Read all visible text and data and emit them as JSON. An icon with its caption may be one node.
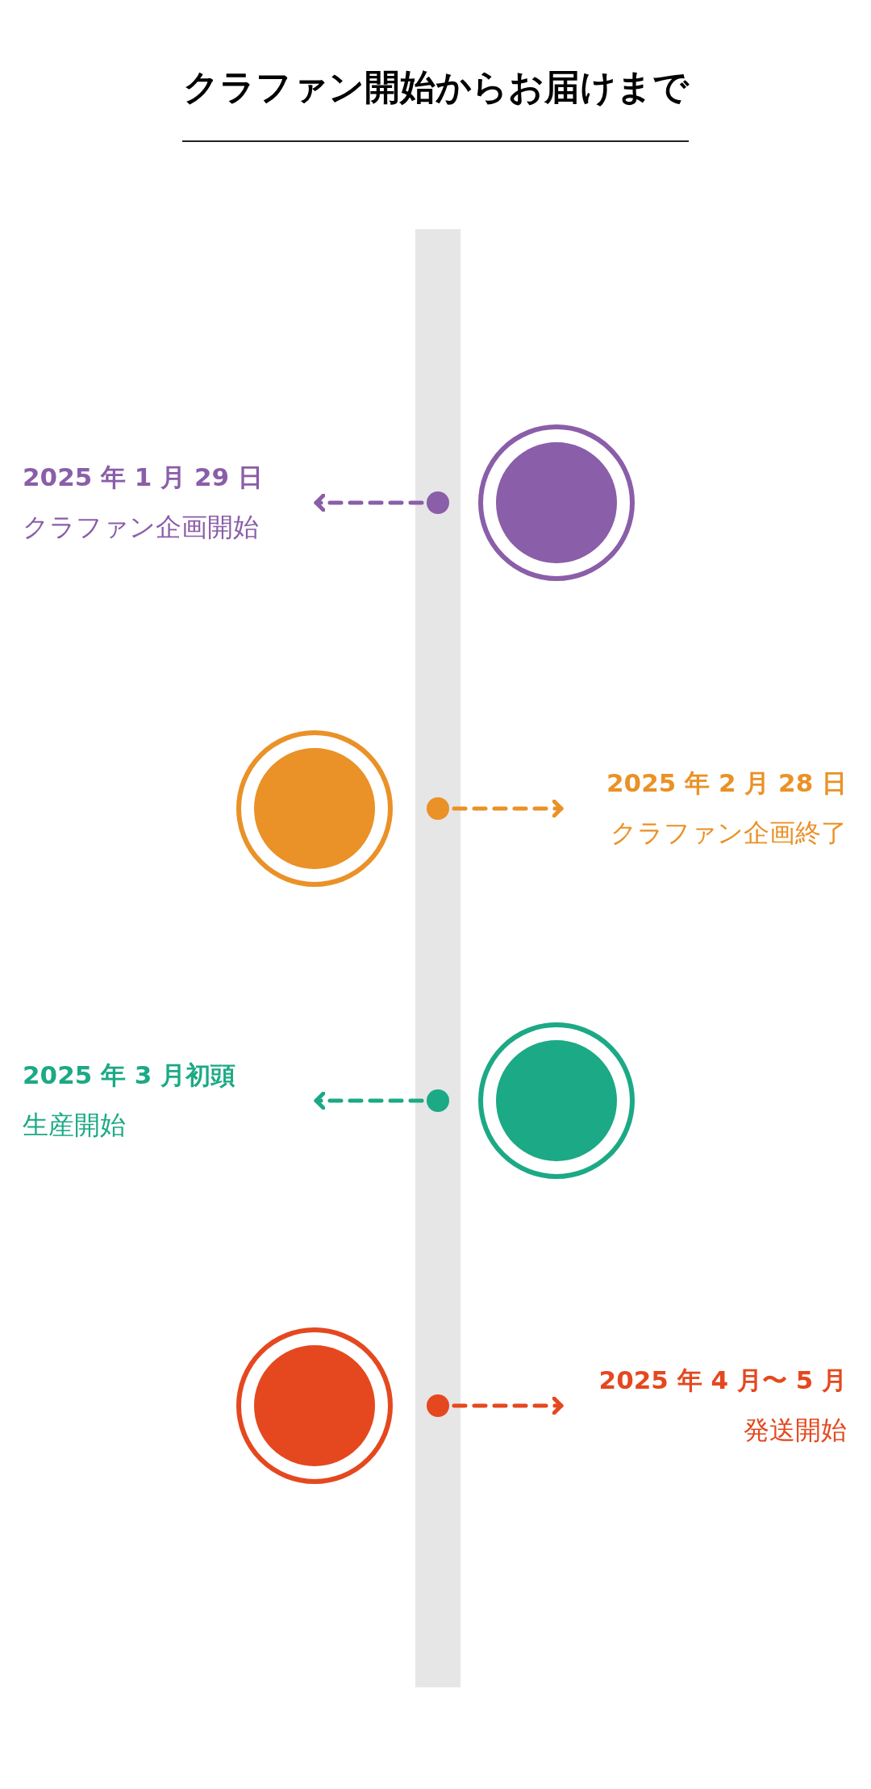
{
  "diagram": {
    "title": "クラファン開始からお届けまで",
    "nodes": [
      {
        "text": [
          "2025 年 1 月 29 日",
          "クラファン企画開始"
        ]
      },
      {
        "text": [],
        "shape": "circle"
      },
      {
        "text": [],
        "shape": "circle"
      },
      {
        "text": [],
        "shape": "circle"
      },
      {
        "text": [],
        "shape": "circle"
      },
      {
        "text": [
          "2025 年 2 月 28 日",
          "クラファン企画終了"
        ]
      },
      {
        "text": [
          "2025 年 3 月初頭",
          "生産開始"
        ]
      },
      {
        "text": [],
        "shape": "circle"
      },
      {
        "text": [],
        "shape": "circle"
      },
      {
        "text": [],
        "shape": "circle"
      },
      {
        "text": [],
        "shape": "circle"
      },
      {
        "text": [
          "2025 年 4 月〜 5 月",
          "発送開始"
        ]
      }
    ],
    "edges": [
      {
        "from": 1,
        "to": 0,
        "arrow": "to",
        "style": "dashed",
        "color": "#8a5ea8"
      },
      {
        "from": 4,
        "to": 5,
        "arrow": "to",
        "style": "dashed",
        "color": "#ea9127"
      },
      {
        "from": 7,
        "to": 6,
        "arrow": "to",
        "style": "dashed",
        "color": "#1ca985"
      },
      {
        "from": 10,
        "to": 11,
        "arrow": "to",
        "style": "dashed",
        "color": "#e5481f"
      }
    ]
  }
}
